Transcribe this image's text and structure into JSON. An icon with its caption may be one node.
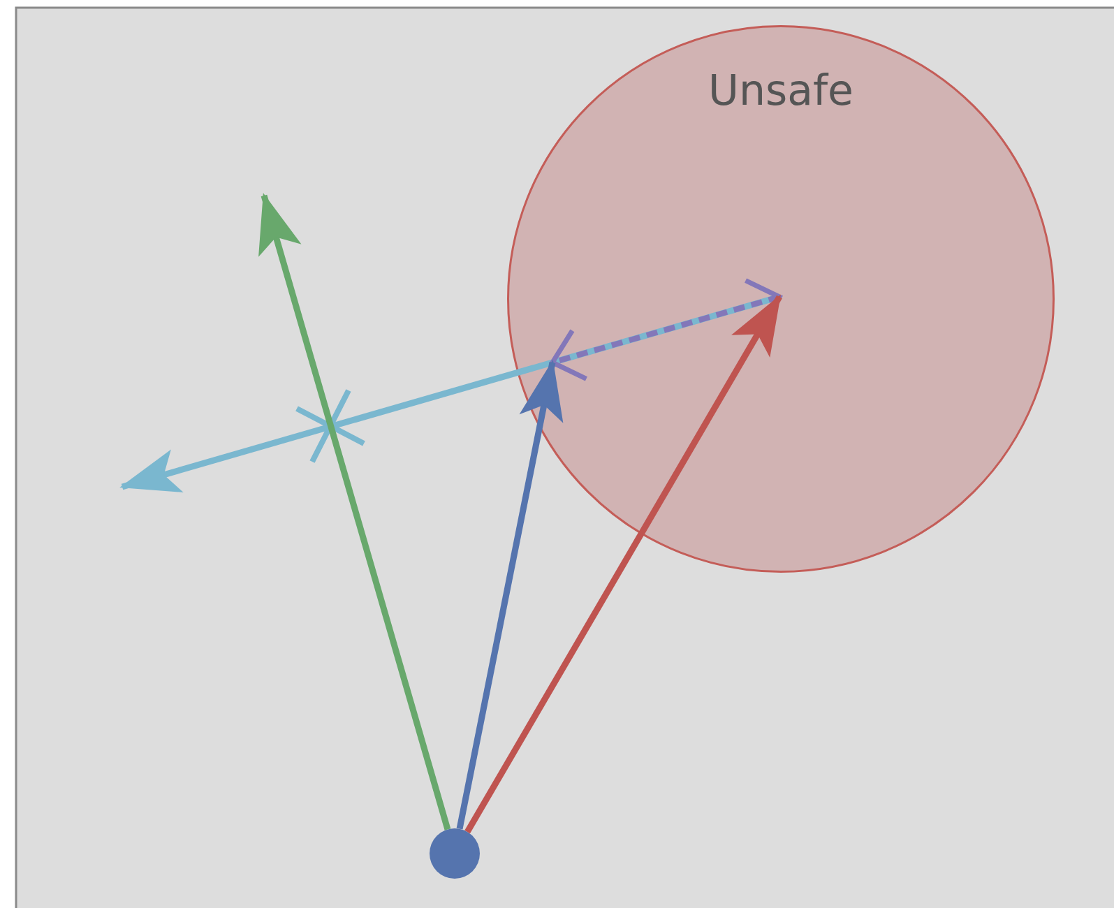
{
  "diagram": {
    "nodes": [
      {
        "text": [
          "Unsafe"
        ]
      },
      {
        "text": [],
        "shape": "circle"
      }
    ],
    "edges": [
      {
        "from": 1,
        "to": null,
        "arrow": "to",
        "color": "#68a86c"
      },
      {
        "from": 1,
        "to": 0,
        "arrow": "to",
        "color": "#5574ae"
      },
      {
        "from": 1,
        "to": 0,
        "arrow": "to",
        "color": "#bf5450"
      },
      {
        "from": 0,
        "to": null,
        "arrow": "to",
        "color": "#7ab7cf"
      },
      {
        "from": 0,
        "to": null,
        "arrow": "both",
        "style": "dashed",
        "color": "#8377b9"
      }
    ]
  }
}
